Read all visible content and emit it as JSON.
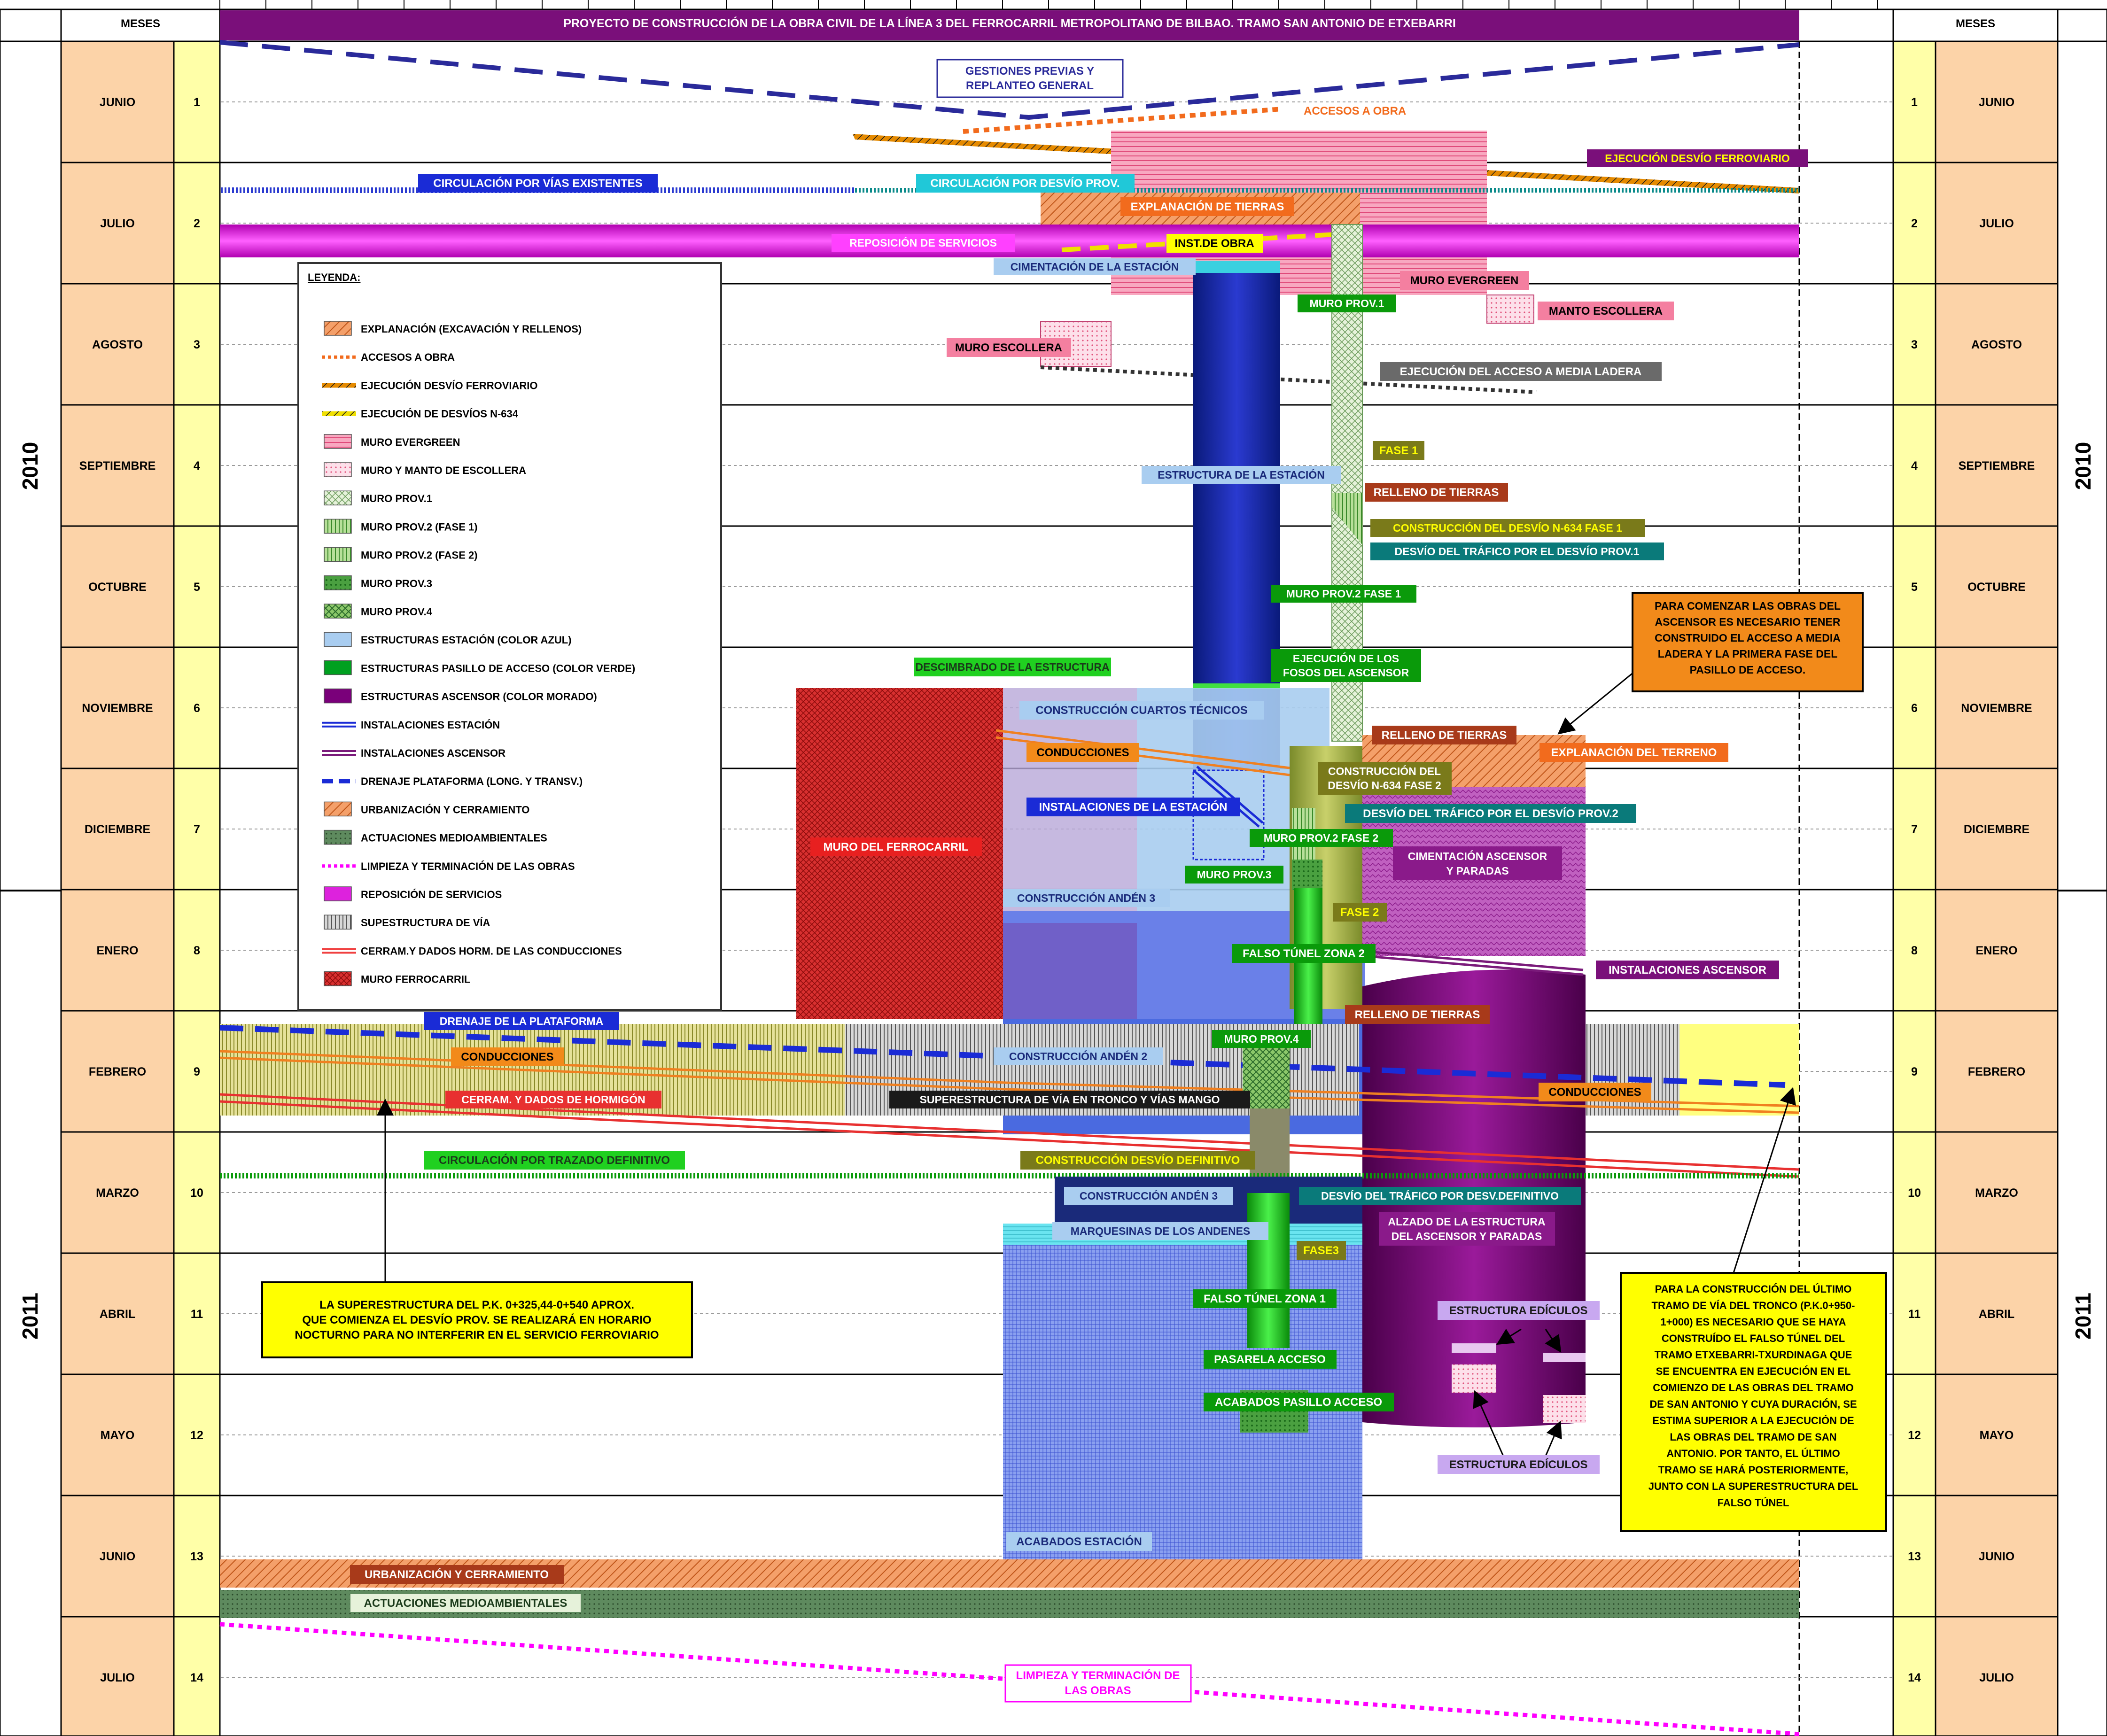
{
  "header": {
    "meses_left": "MESES",
    "meses_right": "MESES",
    "title": "PROYECTO DE CONSTRUCCIÓN DE LA OBRA CIVIL DE LA LÍNEA 3 DEL FERROCARRIL METROPOLITANO DE BILBAO. TRAMO SAN ANTONIO DE ETXEBARRI"
  },
  "years": [
    {
      "label": "2010",
      "months": 7
    },
    {
      "label": "2011",
      "months": 7
    }
  ],
  "months": [
    {
      "name": "JUNIO",
      "num": "1"
    },
    {
      "name": "JULIO",
      "num": "2"
    },
    {
      "name": "AGOSTO",
      "num": "3"
    },
    {
      "name": "SEPTIEMBRE",
      "num": "4"
    },
    {
      "name": "OCTUBRE",
      "num": "5"
    },
    {
      "name": "NOVIEMBRE",
      "num": "6"
    },
    {
      "name": "DICIEMBRE",
      "num": "7"
    },
    {
      "name": "ENERO",
      "num": "8"
    },
    {
      "name": "FEBRERO",
      "num": "9"
    },
    {
      "name": "MARZO",
      "num": "10"
    },
    {
      "name": "ABRIL",
      "num": "11"
    },
    {
      "name": "MAYO",
      "num": "12"
    },
    {
      "name": "JUNIO",
      "num": "13"
    },
    {
      "name": "JULIO",
      "num": "14"
    }
  ],
  "legend": {
    "title": "LEYENDA:",
    "items": [
      {
        "label": "EXPLANACIÓN (EXCAVACIÓN Y RELLENOS)",
        "swatch": "rect",
        "color": "#f79646",
        "pattern": "hatch"
      },
      {
        "label": "ACCESOS A OBRA",
        "swatch": "dots",
        "color": "#f26b1d"
      },
      {
        "label": "EJECUCIÓN DESVÍO FERROVIARIO",
        "swatch": "stripe",
        "color": "#e58a00"
      },
      {
        "label": "EJECUCIÓN DE DESVÍOS N-634",
        "swatch": "stripe",
        "color": "#f0e000"
      },
      {
        "label": "MURO EVERGREEN",
        "swatch": "rect",
        "color": "#f47fa0",
        "pattern": "lines"
      },
      {
        "label": "MURO Y MANTO DE ESCOLLERA",
        "swatch": "rect",
        "color": "#f9c6d6",
        "pattern": "dots"
      },
      {
        "label": "MURO PROV.1",
        "swatch": "rect",
        "color": "#e4f2d8",
        "pattern": "cross"
      },
      {
        "label": "MURO PROV.2 (FASE 1)",
        "swatch": "rect",
        "color": "#c6e7b1",
        "pattern": "vlines"
      },
      {
        "label": "MURO PROV.2 (FASE 2)",
        "swatch": "rect",
        "color": "#93d46a",
        "pattern": "vlines"
      },
      {
        "label": "MURO PROV.3",
        "swatch": "rect",
        "color": "#5aa84a",
        "pattern": "dots"
      },
      {
        "label": "MURO PROV.4",
        "swatch": "rect",
        "color": "#7cc462",
        "pattern": "cross"
      },
      {
        "label": "ESTRUCTURAS ESTACIÓN (COLOR AZUL)",
        "swatch": "rect",
        "color": "#a9cdf0",
        "pattern": "none"
      },
      {
        "label": "ESTRUCTURAS PASILLO DE ACCESO (COLOR VERDE)",
        "swatch": "rect",
        "color": "#00a020",
        "pattern": "none"
      },
      {
        "label": "ESTRUCTURAS ASCENSOR (COLOR MORADO)",
        "swatch": "rect",
        "color": "#7a007a",
        "pattern": "none"
      },
      {
        "label": "INSTALACIONES ESTACIÓN",
        "swatch": "double",
        "color": "#1a2bd6"
      },
      {
        "label": "INSTALACIONES ASCENSOR",
        "swatch": "double",
        "color": "#7a1a7a"
      },
      {
        "label": "DRENAJE PLATAFORMA (LONG. Y TRANSV.)",
        "swatch": "dash",
        "color": "#1a2bd6"
      },
      {
        "label": "URBANIZACIÓN Y CERRAMIENTO",
        "swatch": "rect",
        "color": "#e6a07a",
        "pattern": "hatch"
      },
      {
        "label": "ACTUACIONES MEDIOAMBIENTALES",
        "swatch": "rect",
        "color": "#5e8a5e",
        "pattern": "dots"
      },
      {
        "label": "LIMPIEZA Y TERMINACIÓN DE LAS OBRAS",
        "swatch": "dots",
        "color": "#ff00ff"
      },
      {
        "label": "REPOSICIÓN DE SERVICIOS",
        "swatch": "rect",
        "color": "#dd22dd",
        "pattern": "none"
      },
      {
        "label": "SUPESTRUCTURA DE VÍA",
        "swatch": "rect",
        "color": "#bdbdbd",
        "pattern": "vlines"
      },
      {
        "label": "CERRAM.Y DADOS HORM. DE LAS CONDUCCIONES",
        "swatch": "double",
        "color": "#f04040"
      },
      {
        "label": "MURO FERROCARRIL",
        "swatch": "rect",
        "color": "#d42a2a",
        "pattern": "cross"
      }
    ]
  },
  "labels": {
    "gestiones": [
      "GESTIONES PREVIAS Y",
      "REPLANTEO GENERAL"
    ],
    "accesos": "ACCESOS A OBRA",
    "ejec_desvio": "EJECUCIÓN DESVÍO FERROVIARIO",
    "circ_existentes": "CIRCULACIÓN POR VÍAS EXISTENTES",
    "circ_desvio_prov": "CIRCULACIÓN POR DESVÍO PROV.",
    "explanacion": "EXPLANACIÓN DE TIERRAS",
    "reposicion": "REPOSICIÓN DE SERVICIOS",
    "inst_obra": "INST.DE OBRA",
    "cimentacion": "CIMENTACIÓN DE LA ESTACIÓN",
    "muro_evergreen": "MURO EVERGREEN",
    "manto_escollera": "MANTO ESCOLLERA",
    "muro_prov1": "MURO PROV.1",
    "muro_escollera": "MURO ESCOLLERA",
    "acceso_media_ladera": "EJECUCIÓN DEL ACCESO A MEDIA LADERA",
    "fase1": "FASE 1",
    "estructura_estacion": "ESTRUCTURA DE LA ESTACIÓN",
    "relleno1": "RELLENO DE TIERRAS",
    "const_desvio_f1": "CONSTRUCCIÓN DEL DESVÍO N-634 FASE 1",
    "desvio_trafico1": "DESVÍO DEL TRÁFICO POR EL DESVÍO PROV.1",
    "muro_prov2_f1": "MURO PROV.2 FASE 1",
    "note_ascensor": [
      "PARA COMENZAR LAS OBRAS DEL",
      "ASCENSOR ES NECESARIO TENER",
      "CONSTRUIDO EL ACCESO A MEDIA",
      "LADERA Y LA PRIMERA FASE DEL",
      "PASILLO DE ACCESO."
    ],
    "descimbrado": "DESCIMBRADO DE LA ESTRUCTURA",
    "fosos": [
      "EJECUCIÓN DE LOS",
      "FOSOS DEL ASCENSOR"
    ],
    "cuartos_tecnicos": "CONSTRUCCIÓN CUARTOS TÉCNICOS",
    "relleno2": "RELLENO DE TIERRAS",
    "conducciones1": "CONDUCCIONES",
    "const_desvio_f2": [
      "CONSTRUCCIÓN DEL",
      "DESVÍO N-634 FASE 2"
    ],
    "explanacion_terreno": "EXPLANACIÓN DEL TERRENO",
    "inst_estacion": "INSTALACIONES DE LA ESTACIÓN",
    "desvio_trafico2": "DESVÍO DEL TRÁFICO POR EL DESVÍO PROV.2",
    "muro_ferrocarril": "MURO DEL FERROCARRIL",
    "muro_prov2_f2": "MURO PROV.2 FASE 2",
    "cimentacion_ascensor": [
      "CIMENTACIÓN ASCENSOR",
      "Y PARADAS"
    ],
    "muro_prov3": "MURO PROV.3",
    "anden3a": "CONSTRUCCIÓN ANDÉN 3",
    "fase2": "FASE 2",
    "falso_tunel2": "FALSO TÚNEL ZONA 2",
    "inst_ascensor": "INSTALACIONES ASCENSOR",
    "drenaje": "DRENAJE DE LA PLATAFORMA",
    "relleno3": "RELLENO DE TIERRAS",
    "muro_prov4": "MURO PROV.4",
    "conducciones2": "CONDUCCIONES",
    "anden2": "CONSTRUCCIÓN ANDÉN 2",
    "conducciones3": "CONDUCCIONES",
    "cerram_dados": "CERRAM. Y DADOS DE HORMIGÓN",
    "superestructura": "SUPERESTRUCTURA DE VÍA EN TRONCO Y VÍAS MANGO",
    "circ_definitivo": "CIRCULACIÓN POR TRAZADO DEFINITIVO",
    "const_desvio_def": "CONSTRUCCIÓN DESVÍO DEFINITIVO",
    "anden3b": "CONSTRUCCIÓN ANDÉN 3",
    "desvio_trafico_def": "DESVÍO DEL TRÁFICO POR DESV.DEFINITIVO",
    "alzado_ascensor": [
      "ALZADO DE LA ESTRUCTURA",
      "DEL ASCENSOR Y PARADAS"
    ],
    "marquesinas": "MARQUESINAS DE LOS ANDENES",
    "fase3": "FASE3",
    "note_superestructura": [
      "LA SUPERESTRUCTURA DEL P.K. 0+325,44-0+540 APROX.",
      "QUE COMIENZA EL DESVÍO PROV. SE REALIZARÁ EN HORARIO",
      "NOCTURNO PARA NO INTERFERIR EN EL SERVICIO FERROVIARIO"
    ],
    "falso_tunel1": "FALSO TÚNEL ZONA 1",
    "estructura_ediculos1": "ESTRUCTURA EDÍCULOS",
    "pasarela": "PASARELA ACCESO",
    "acabados_pasillo": "ACABADOS PASILLO ACCESO",
    "estructura_ediculos2": "ESTRUCTURA EDÍCULOS",
    "note_tramo": [
      "PARA LA CONSTRUCCIÓN DEL ÚLTIMO",
      "TRAMO DE VÍA DEL TRONCO (P.K.0+950-",
      "1+000) ES NECESARIO QUE SE HAYA",
      "CONSTRUÍDO EL FALSO TÚNEL DEL",
      "TRAMO ETXEBARRI-TXURDINAGA QUE",
      "SE ENCUENTRA EN EJECUCIÓN EN EL",
      "COMIENZO DE LAS OBRAS DEL TRAMO",
      "DE SAN ANTONIO Y CUYA DURACIÓN, SE",
      "ESTIMA SUPERIOR A LA EJECUCIÓN DE",
      "LAS OBRAS DEL TRAMO DE SAN",
      "ANTONIO. POR TANTO, EL ÚLTIMO",
      "TRAMO SE HARÁ POSTERIORMENTE,",
      "JUNTO CON LA SUPERESTRUCTURA DEL",
      "FALSO TÚNEL"
    ],
    "acabados_estacion": "ACABADOS ESTACIÓN",
    "urbanizacion": "URBANIZACIÓN  Y CERRAMIENTO",
    "medioambientales": "ACTUACIONES MEDIOAMBIENTALES",
    "limpieza": [
      "LIMPIEZA Y TERMINACIÓN DE",
      "LAS OBRAS"
    ]
  }
}
